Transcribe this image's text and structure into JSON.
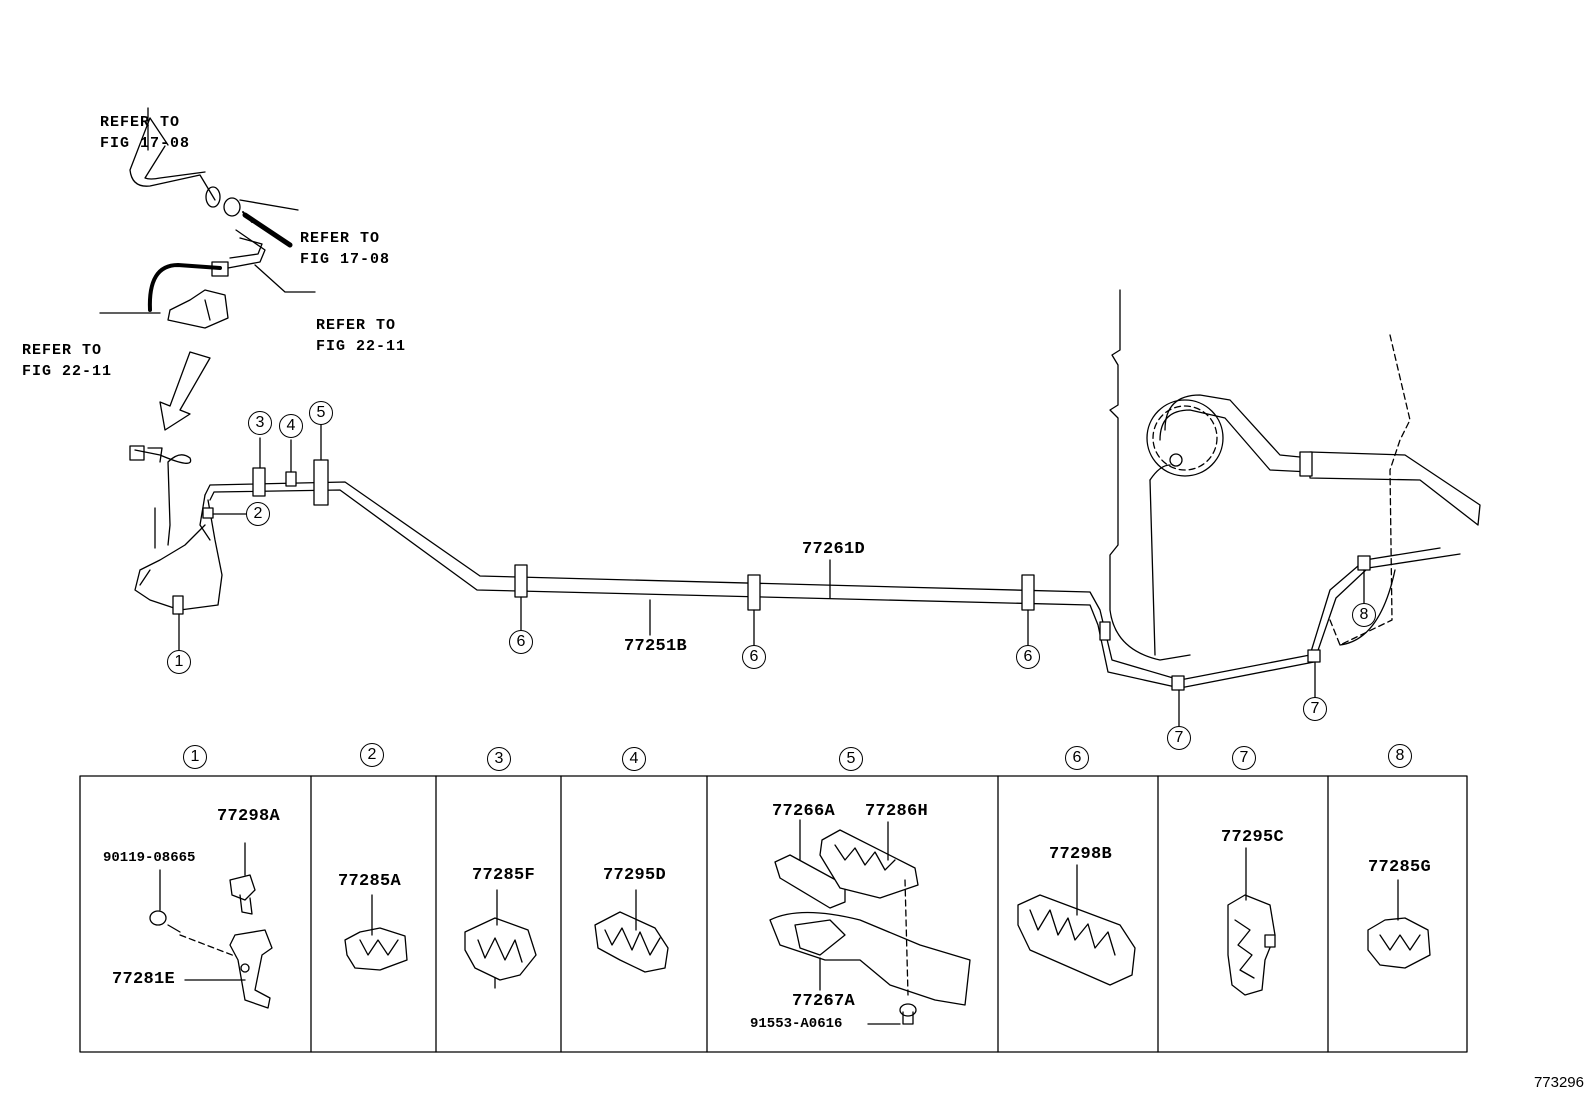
{
  "references": [
    {
      "line1": "REFER TO",
      "line2": "FIG 17-08"
    },
    {
      "line1": "REFER TO",
      "line2": "FIG 17-08"
    },
    {
      "line1": "REFER TO",
      "line2": "FIG 22-11"
    },
    {
      "line1": "REFER TO",
      "line2": "FIG 22-11"
    }
  ],
  "main_parts": {
    "tube_upper": "77261D",
    "tube_lower": "77251B"
  },
  "callouts": [
    "1",
    "2",
    "3",
    "4",
    "5",
    "6",
    "6",
    "6",
    "7",
    "7",
    "8"
  ],
  "table": {
    "columns": [
      {
        "num": "1",
        "parts": [
          "77298A",
          "90119-08665",
          "77281E"
        ]
      },
      {
        "num": "2",
        "parts": [
          "77285A"
        ]
      },
      {
        "num": "3",
        "parts": [
          "77285F"
        ]
      },
      {
        "num": "4",
        "parts": [
          "77295D"
        ]
      },
      {
        "num": "5",
        "parts": [
          "77266A",
          "77286H",
          "77267A",
          "91553-A0616"
        ]
      },
      {
        "num": "6",
        "parts": [
          "77298B"
        ]
      },
      {
        "num": "7",
        "parts": [
          "77295C"
        ]
      },
      {
        "num": "8",
        "parts": [
          "77285G"
        ]
      }
    ]
  },
  "figure_code": "773296"
}
